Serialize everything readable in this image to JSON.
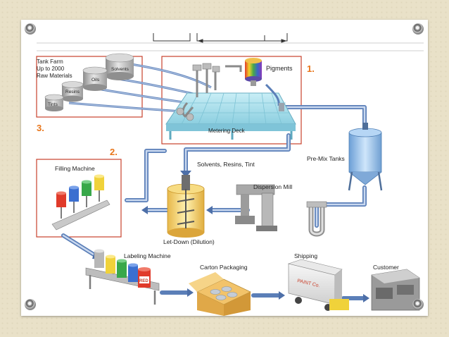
{
  "labels": {
    "tank_farm_1": "Tank Farm",
    "tank_farm_2": "Up to 2000",
    "tank_farm_3": "Raw Materials",
    "solvents": "Solvents",
    "oils": "Oils",
    "resins": "Resins",
    "tints": "Tints",
    "pigments": "Pigments",
    "metering_deck": "Metering Deck",
    "step1": "1.",
    "step2": "2.",
    "step3": "3.",
    "pre_mix": "Pre-Mix Tanks",
    "solvents_resins_tint": "Solvents, Resins, Tint",
    "filling_machine": "Filling Machine",
    "dispersion_mill": "Dispersion Mill",
    "let_down": "Let-Down (Dilution)",
    "labeling_machine": "Labeling Machine",
    "carton_packaging": "Carton Packaging",
    "shipping": "Shipping",
    "customer": "Customer",
    "truck_text": "PAINT Co.",
    "red_can": "RED"
  },
  "colors": {
    "pipe": "#5b7fb8",
    "pipe_light": "#b9cbe6",
    "box_outline": "#c8412c",
    "step_number": "#e8751a",
    "deck": "#a9dbe8"
  }
}
